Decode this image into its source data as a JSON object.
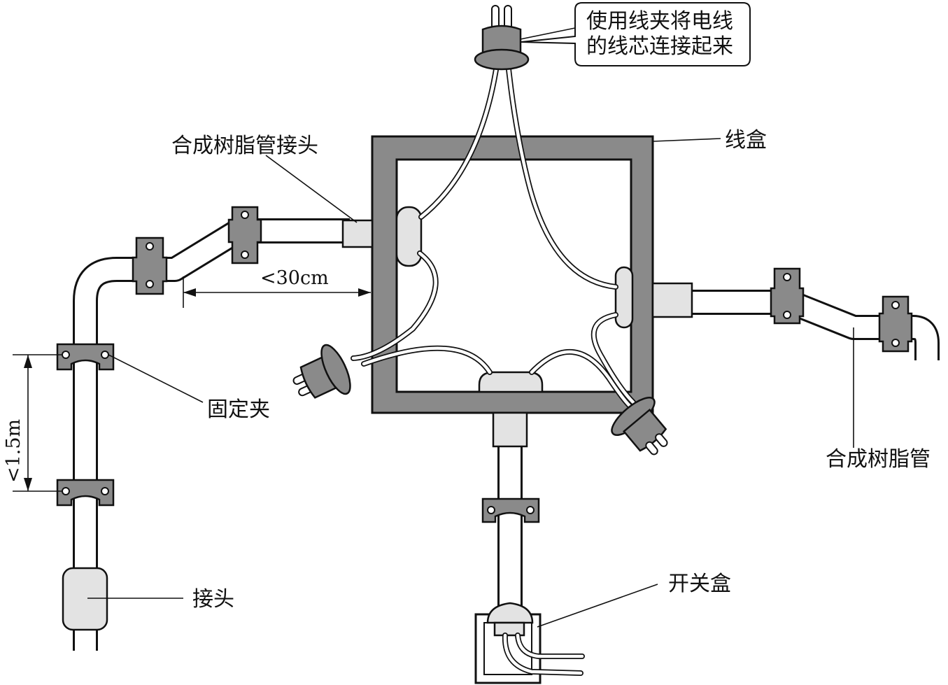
{
  "diagram": {
    "labels": {
      "callout_line1": "使用线夹将电线",
      "callout_line2": "的线芯连接起来",
      "junction_box": "线盒",
      "resin_pipe_joint": "合成树脂管接头",
      "distance": "<30cm",
      "clamp": "固定夹",
      "spacing": "<1.5m",
      "connector": "接头",
      "switch_box": "开关盒",
      "resin_pipe": "合成树脂管"
    },
    "colors": {
      "box_fill": "#8a8a8a",
      "clamp_fill": "#8a8a8a",
      "fitting_fill": "#e3e3e3",
      "line": "#111111"
    }
  }
}
